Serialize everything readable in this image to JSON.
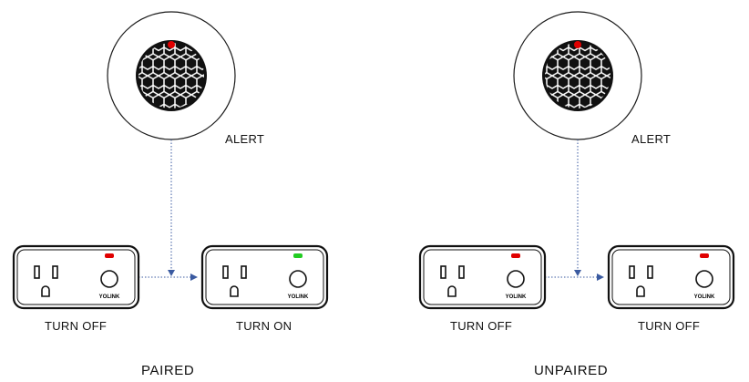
{
  "colors": {
    "led_red": "#e00000",
    "led_green": "#22cc22",
    "line": "#1a1a1a",
    "connector": "#3a5aa0"
  },
  "icons": {
    "sensor": "motion-sensor-icon",
    "plug": "smart-plug-icon",
    "outlet": "outlet-icon"
  },
  "paired": {
    "alert_label": "ALERT",
    "left_plug": {
      "state_label": "TURN OFF",
      "brand": "YOLINK",
      "led": "red"
    },
    "right_plug": {
      "state_label": "TURN ON",
      "brand": "YOLINK",
      "led": "green"
    },
    "caption": "PAIRED"
  },
  "unpaired": {
    "alert_label": "ALERT",
    "left_plug": {
      "state_label": "TURN OFF",
      "brand": "YOLINK",
      "led": "red"
    },
    "right_plug": {
      "state_label": "TURN OFF",
      "brand": "YOLINK",
      "led": "red"
    },
    "caption": "UNPAIRED"
  }
}
